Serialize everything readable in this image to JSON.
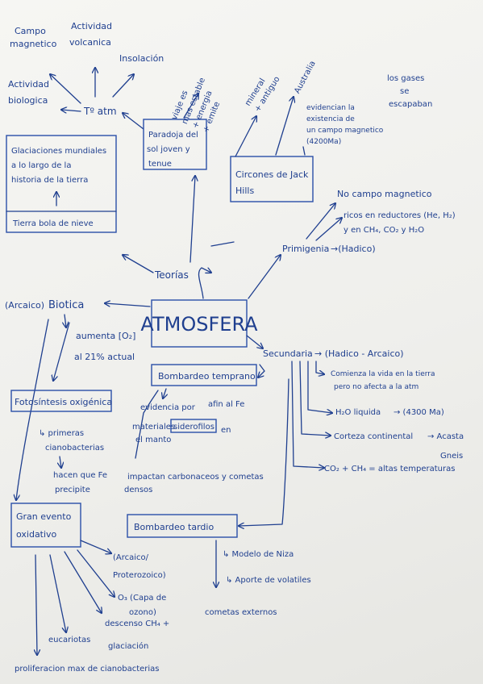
{
  "center": "ATMOSFERA",
  "teorias": {
    "label": "Teorías",
    "paradox_box": [
      "Paradoja del",
      "sol joven y",
      "tenue"
    ],
    "paradox_note": [
      "viaje es",
      "mas estable",
      "+ energia",
      "+ emite"
    ],
    "t_atm": "Tº atm",
    "factors": [
      "Campo",
      "magnetico",
      "Actividad",
      "volcanica",
      "Insolación",
      "Actividad",
      "biologica"
    ],
    "glaciation_box": [
      "Glaciaciones mundiales",
      "a lo largo de la",
      "historia de la tierra"
    ],
    "snowball_box": "Tierra bola de nieve",
    "zircons_box": [
      "Circones de Jack",
      "Hills"
    ],
    "zircon_note1": [
      "mineral",
      "+ antiguo"
    ],
    "zircon_note2": "Australia",
    "zircon_evidence": [
      "evidencian la",
      "existencia de",
      "un campo magnetico",
      "(4200Ma)"
    ],
    "gases_note": [
      "los gases",
      "se",
      "escapaban"
    ]
  },
  "primigenia": {
    "label": "Primigenia",
    "eon": "→(Hadico)",
    "items": [
      "No campo magnetico",
      "ricos en reductores (He, H₂)",
      "y en CH₄, CO₂ y H₂O"
    ]
  },
  "biotica": {
    "prefix": "(Arcaico)",
    "label": "Biotica",
    "o2_note": [
      "aumenta [O₂]",
      "al 21% actual"
    ],
    "fotosintesis_box": "Fotosíntesis oxigénica",
    "cyano": [
      "↳ primeras",
      "cianobacterias"
    ],
    "fe_note": [
      "hacen que Fe",
      "precipite"
    ],
    "goe_box": [
      "Gran evento",
      "oxidativo"
    ],
    "goe_items": [
      "(Arcaico/",
      "Proterozoico)",
      "O₃ (Capa de",
      "ozono)",
      "descenso CH₄ +",
      "glaciación",
      "eucariotas",
      "proliferacion max de cianobacterias"
    ]
  },
  "secundaria": {
    "label": "Secundaria",
    "eon": "→ (Hadico - Arcaico)",
    "items": [
      "Comienza la vida en la tierra",
      "pero no afecta a la atm",
      "H₂O liquida",
      "→ (4300 Ma)",
      "Corteza continental",
      "→ Acasta",
      "Gneis",
      "CO₂ + CH₄ = altas temperaturas"
    ]
  },
  "bombardeo_temprano": {
    "label": "Bombardeo temprano",
    "evidence": [
      "evidencia por",
      "materiales",
      "siderofilos",
      "en",
      "el manto",
      "afin al Fe"
    ],
    "impact": [
      "impactan carbonaceos y cometas",
      "densos"
    ]
  },
  "bombardeo_tardio": {
    "label": "Bombardeo tardio",
    "items": [
      "↳ Modelo de Niza",
      "↳ Aporte de volatiles",
      "cometas externos"
    ]
  }
}
